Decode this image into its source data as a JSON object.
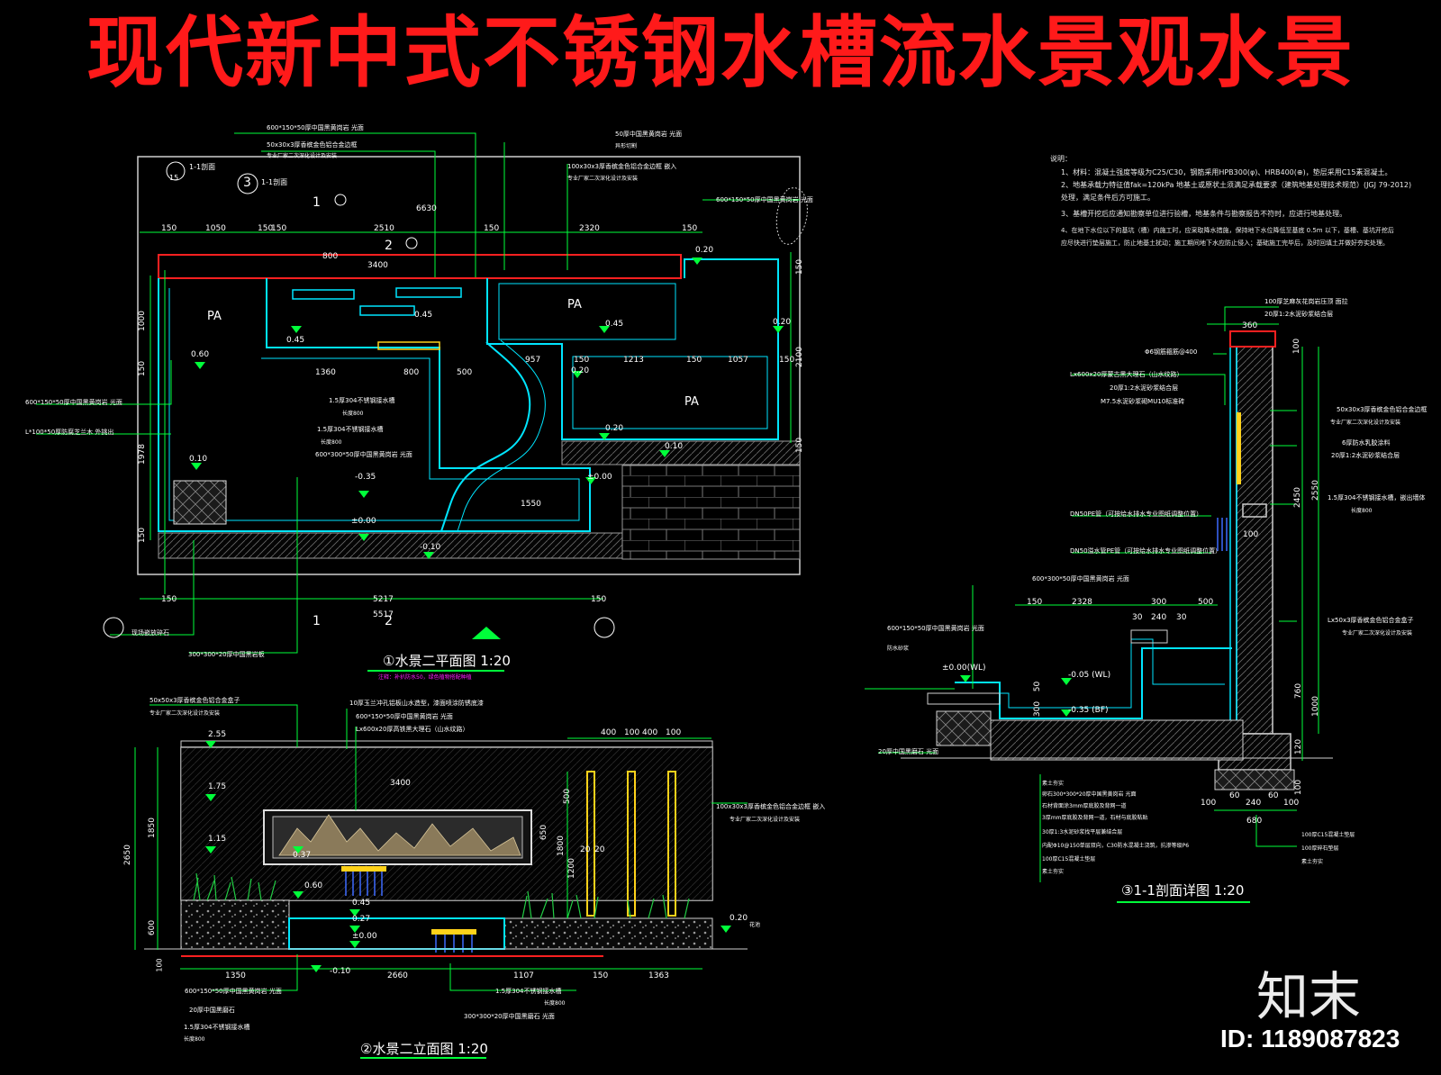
{
  "title": "现代新中式不锈钢水槽流水景观水景",
  "brand": "知末",
  "image_id": "ID: 1189087823",
  "plan": {
    "caption": "①水景二平面图 1:20",
    "pa_labels": [
      "PA",
      "PA",
      "PA"
    ],
    "dims_top": [
      "150",
      "1050",
      "150",
      "150",
      "2510",
      "150",
      "2320",
      "150"
    ],
    "dim_6630": "6630",
    "dim_3400": "3400",
    "dim_800_top": "800",
    "dims_bottom": [
      "150",
      "5217",
      "5517",
      "150"
    ],
    "left_dims": [
      "1000",
      "150",
      "1978",
      "150"
    ],
    "right_dims": [
      "150",
      "2100",
      "150"
    ],
    "mid_dims": [
      "1360",
      "800",
      "500",
      "957",
      "1213",
      "1057",
      "1550",
      "150",
      "150",
      "150"
    ],
    "elevations": [
      "0.60",
      "0.45",
      "0.45",
      "0.20",
      "0.45",
      "0.20",
      "0.20",
      "0.20",
      "0.10",
      "0.10",
      "-0.35",
      "±0.00",
      "-0.10",
      "±0.00"
    ],
    "callouts": [
      "600*150*50厚中国黑黄岗岩 光面",
      "50x30x3厚香槟金色铝合金边框",
      "专业厂家二次深化设计及安装",
      "50厚中国黑黄岗岩 光面",
      "异形切割",
      "100x30x3厚香槟金色铝合金边框 嵌入",
      "专业厂家二次深化设计及安装",
      "600*150*50厚中国黑黄岗岩 光面",
      "1.5厚304不锈钢接水槽",
      "长度800",
      "1.5厚304不锈钢接水槽",
      "长度800",
      "600*300*50厚中国黑黄岗岩 光面",
      "600*150*50厚中国黑黄岗岩 光面",
      "L*100*50厚防腐芝兰木 外挑出",
      "现场嵌放碎石",
      "300*300*20厚中国黑岩板"
    ],
    "section_marks": [
      "1",
      "1",
      "2",
      "2",
      "3"
    ],
    "section_refs": [
      "1-1剖面",
      "1-1剖面",
      "15"
    ],
    "note_magenta": "注释：补扒防水50，绿色植物搭配种植"
  },
  "elevation": {
    "caption": "②水景二立面图 1:20",
    "dims_top": [
      "400",
      "100",
      "400",
      "100"
    ],
    "dim_3400": "3400",
    "left_dims": [
      "2650",
      "1850",
      "600",
      "100"
    ],
    "right_dims": [
      "500",
      "650",
      "1800",
      "1200",
      "20",
      "20"
    ],
    "bottom_dims": [
      "1350",
      "2660",
      "1107",
      "150",
      "1363"
    ],
    "levels": [
      "2.55",
      "1.75",
      "1.15",
      "0.37",
      "0.60",
      "0.45",
      "0.27",
      "±0.00",
      "-0.10",
      "0.20"
    ],
    "callouts": [
      "50x50x3厚香槟金色铝合金盒子",
      "专业厂家二次深化设计及安装",
      "10厚玉兰冲孔铝板山水造型，漆面喷涂防锈底漆",
      "600*150*50厚中国黑黄岗岩 光面",
      "Lx600x20厚高铁黑大理石（山水纹路）",
      "100x30x3厚香槟金色铝合金边框 嵌入",
      "专业厂家二次深化设计及安装",
      "600*150*50厚中国黑黄岗岩 光面",
      "20厚中国黑磨石",
      "1.5厚304不锈钢接水槽",
      "长度800",
      "1.5厚304不锈钢接水槽",
      "长度800",
      "300*300*20厚中国黑磨石 光面"
    ],
    "side_tag": "花池"
  },
  "section": {
    "caption": "③1-1剖面详图 1:20",
    "notes_title": "说明：",
    "notes": [
      "1、材料：混凝土强度等级为C25/C30，钢筋采用HPB300(φ)、HRB400(⊕)，垫层采用C15素混凝土。",
      "2、地基承载力特征值fak=120kPa 地基土或原状土须满足承载要求（建筑地基处理技术规范）(JGJ 79-2012)",
      "   处理，满足条件后方可施工。",
      "3、基槽开挖后应通知勘察单位进行验槽，地基条件与勘察报告不符时，应进行地基处理。",
      "4、在地下水位以下的基坑（槽）内施工时，应采取降水措施，保持地下水位降低至基底 0.5m 以下，基槽、基坑开挖后",
      "   应尽快进行垫层施工，防止地基土扰动；施工期间地下水应防止侵入；基础施工完毕后，及时回填土并做好夯实处理。"
    ],
    "dims_top": [
      "360"
    ],
    "left_dims": [
      "150",
      "2328",
      "300",
      "500",
      "240",
      "30",
      "30"
    ],
    "vert_dims": [
      "100",
      "2450",
      "2550",
      "760",
      "1000",
      "120",
      "100",
      "100"
    ],
    "bottom_dims": [
      "100",
      "60",
      "240",
      "60",
      "100",
      "680",
      "100",
      "100"
    ],
    "levels": [
      "±0.00(WL)",
      "-0.05 (WL)",
      "-0.35 (BF)",
      "50",
      "300"
    ],
    "callouts": [
      "100厚芝麻灰花岗岩压顶 面拉",
      "20厚1:2水泥砂浆结合层",
      "Φ6钢筋箍筋@400",
      "Lx600x20厚蒙古黑大理石（山水纹路）",
      "20厚1:2水泥砂浆结合层",
      "M7.5水泥砂浆砌MU10标准砖",
      "50x30x3厚香槟金色铝合金边框",
      "专业厂家二次深化设计及安装",
      "6厚防水乳胶涂料",
      "20厚1:2水泥砂浆结合层",
      "1.5厚304不锈钢接水槽，嵌出墙体",
      "长度800",
      "DN50PE管（可按给水排水专业图纸调整位置）",
      "DN50溢水管PE管（可按给水排水专业图纸调整位置）",
      "600*300*50厚中国黑黄岗岩 光面",
      "600*150*50厚中国黑黄岗岩 光面",
      "防水砂浆",
      "20厚中国黑磨石 光面",
      "Lx50x3厚香槟金色铝合金盒子",
      "专业厂家二次深化设计及安装",
      "素土夯实",
      "卵石300*300*20厚中国黑黄岗岩 光面",
      "石材背面涂3mm厚底胶及背网一道",
      "3厚mm厚底胶及背网一道，石材与底胶粘贴",
      "30厚1:3水泥砂浆找平层兼结合层",
      "内配Φ10@150单层双向，C30防水混凝土浇筑，抗渗等级P6",
      "100厚C15混凝土垫层",
      "素土夯实",
      "100厚C15混凝土垫层",
      "100厚碎石垫层",
      "素土夯实"
    ]
  },
  "colors": {
    "background": "#000000",
    "title": "#ff1a1a",
    "wall": "#00e5ff",
    "leader": "#00ff3a",
    "grass": "#22cc44",
    "gold": "#ffd21a",
    "red_line": "#ff2020",
    "magenta": "#ff20ff",
    "blue": "#4070ff",
    "gray": "#9a9a9a",
    "text": "#ffffff"
  }
}
